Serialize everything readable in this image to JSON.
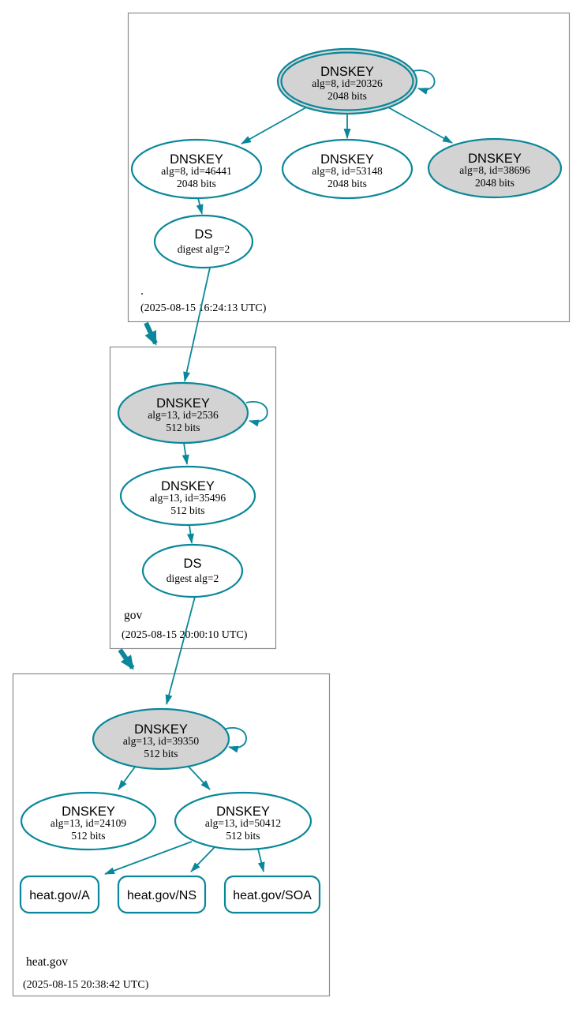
{
  "diagram_type": "dnssec-authentication-chain",
  "colors": {
    "edge": "#0a879a",
    "ksk_node_fill": "#d3d3d3",
    "node_fill": "#ffffff",
    "cluster_border": "#8c8c8c",
    "text": "#000000"
  },
  "zones": {
    "root": {
      "label": ".",
      "timestamp": "(2025-08-15 16:24:13 UTC)"
    },
    "gov": {
      "label": "gov",
      "timestamp": "(2025-08-15 20:00:10 UTC)"
    },
    "heat": {
      "label": "heat.gov",
      "timestamp": "(2025-08-15 20:38:42 UTC)"
    }
  },
  "nodes": {
    "root_ksk": {
      "title": "DNSKEY",
      "detail1": "alg=8, id=20326",
      "detail2": "2048 bits"
    },
    "root_key_46441": {
      "title": "DNSKEY",
      "detail1": "alg=8, id=46441",
      "detail2": "2048 bits"
    },
    "root_key_53148": {
      "title": "DNSKEY",
      "detail1": "alg=8, id=53148",
      "detail2": "2048 bits"
    },
    "root_key_38696": {
      "title": "DNSKEY",
      "detail1": "alg=8, id=38696",
      "detail2": "2048 bits"
    },
    "root_ds": {
      "title": "DS",
      "detail1": "digest alg=2"
    },
    "gov_ksk": {
      "title": "DNSKEY",
      "detail1": "alg=13, id=2536",
      "detail2": "512 bits"
    },
    "gov_zsk": {
      "title": "DNSKEY",
      "detail1": "alg=13, id=35496",
      "detail2": "512 bits"
    },
    "gov_ds": {
      "title": "DS",
      "detail1": "digest alg=2"
    },
    "heat_ksk": {
      "title": "DNSKEY",
      "detail1": "alg=13, id=39350",
      "detail2": "512 bits"
    },
    "heat_key_24109": {
      "title": "DNSKEY",
      "detail1": "alg=13, id=24109",
      "detail2": "512 bits"
    },
    "heat_zsk": {
      "title": "DNSKEY",
      "detail1": "alg=13, id=50412",
      "detail2": "512 bits"
    },
    "rrset_a": {
      "label": "heat.gov/A"
    },
    "rrset_ns": {
      "label": "heat.gov/NS"
    },
    "rrset_soa": {
      "label": "heat.gov/SOA"
    }
  },
  "edges": [
    {
      "from": "root_ksk",
      "to": "root_ksk",
      "type": "self-sign"
    },
    {
      "from": "root_ksk",
      "to": "root_key_46441",
      "type": "sign"
    },
    {
      "from": "root_ksk",
      "to": "root_key_53148",
      "type": "sign"
    },
    {
      "from": "root_ksk",
      "to": "root_key_38696",
      "type": "sign"
    },
    {
      "from": "root_key_46441",
      "to": "root_ds",
      "type": "sign"
    },
    {
      "from": "root_ds",
      "to": "gov_ksk",
      "type": "delegation"
    },
    {
      "from": "root",
      "to": "gov",
      "type": "zone-cut"
    },
    {
      "from": "gov_ksk",
      "to": "gov_ksk",
      "type": "self-sign"
    },
    {
      "from": "gov_ksk",
      "to": "gov_zsk",
      "type": "sign"
    },
    {
      "from": "gov_zsk",
      "to": "gov_ds",
      "type": "sign"
    },
    {
      "from": "gov_ds",
      "to": "heat_ksk",
      "type": "delegation"
    },
    {
      "from": "gov",
      "to": "heat",
      "type": "zone-cut"
    },
    {
      "from": "heat_ksk",
      "to": "heat_ksk",
      "type": "self-sign"
    },
    {
      "from": "heat_ksk",
      "to": "heat_key_24109",
      "type": "sign"
    },
    {
      "from": "heat_ksk",
      "to": "heat_zsk",
      "type": "sign"
    },
    {
      "from": "heat_zsk",
      "to": "rrset_a",
      "type": "sign"
    },
    {
      "from": "heat_zsk",
      "to": "rrset_ns",
      "type": "sign"
    },
    {
      "from": "heat_zsk",
      "to": "rrset_soa",
      "type": "sign"
    }
  ]
}
